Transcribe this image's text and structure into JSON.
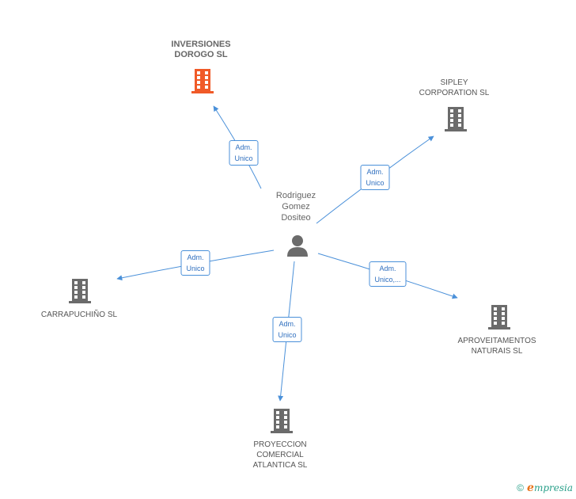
{
  "center": {
    "name": "Rodriguez\nGomez\nDositeo"
  },
  "companies": [
    {
      "id": "inversiones",
      "name": "INVERSIONES\nDOROGO SL",
      "highlight": true
    },
    {
      "id": "sipley",
      "name": "SIPLEY\nCORPORATION SL",
      "highlight": false
    },
    {
      "id": "carrapuchino",
      "name": "CARRAPUCHIÑO SL",
      "highlight": false
    },
    {
      "id": "aproveitamentos",
      "name": "APROVEITAMENTOS\nNATURAIS SL",
      "highlight": false
    },
    {
      "id": "proyeccion",
      "name": "PROYECCION\nCOMERCIAL\nATLANTICA SL",
      "highlight": false
    }
  ],
  "edges": [
    {
      "to": "inversiones",
      "label": "Adm.\nUnico"
    },
    {
      "to": "sipley",
      "label": "Adm.\nUnico"
    },
    {
      "to": "carrapuchino",
      "label": "Adm.\nUnico"
    },
    {
      "to": "aproveitamentos",
      "label": "Adm.\nUnico,..."
    },
    {
      "to": "proyeccion",
      "label": "Adm.\nUnico"
    }
  ],
  "colors": {
    "edge": "#4a90d9",
    "building": "#6b6b6b",
    "highlight": "#f05a28",
    "person": "#6b6b6b"
  },
  "footer": {
    "copyright": "©",
    "brand_initial": "e",
    "brand_rest": "mpresia"
  }
}
